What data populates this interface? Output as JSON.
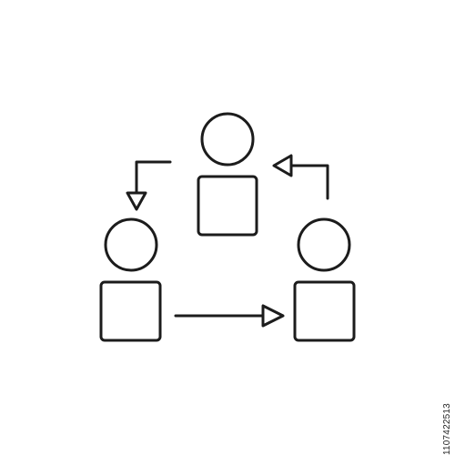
{
  "icon": {
    "name": "team-collaboration-cycle-icon",
    "stroke_color": "#1c1c1c",
    "background_color": "#ffffff",
    "people_count": 3,
    "arrow_count": 3
  },
  "watermark": {
    "stock_id": "1107422513",
    "text_color": "#222222"
  }
}
